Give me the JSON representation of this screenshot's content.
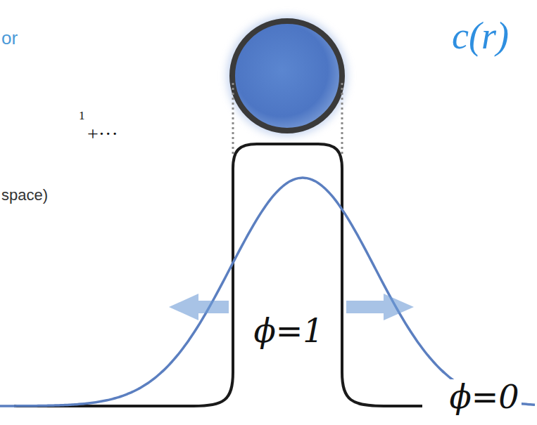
{
  "diagram": {
    "labels": [
      "or",
      "1",
      "+···",
      "space)",
      "c(r)",
      "ϕ=1",
      "ϕ=0"
    ]
  }
}
